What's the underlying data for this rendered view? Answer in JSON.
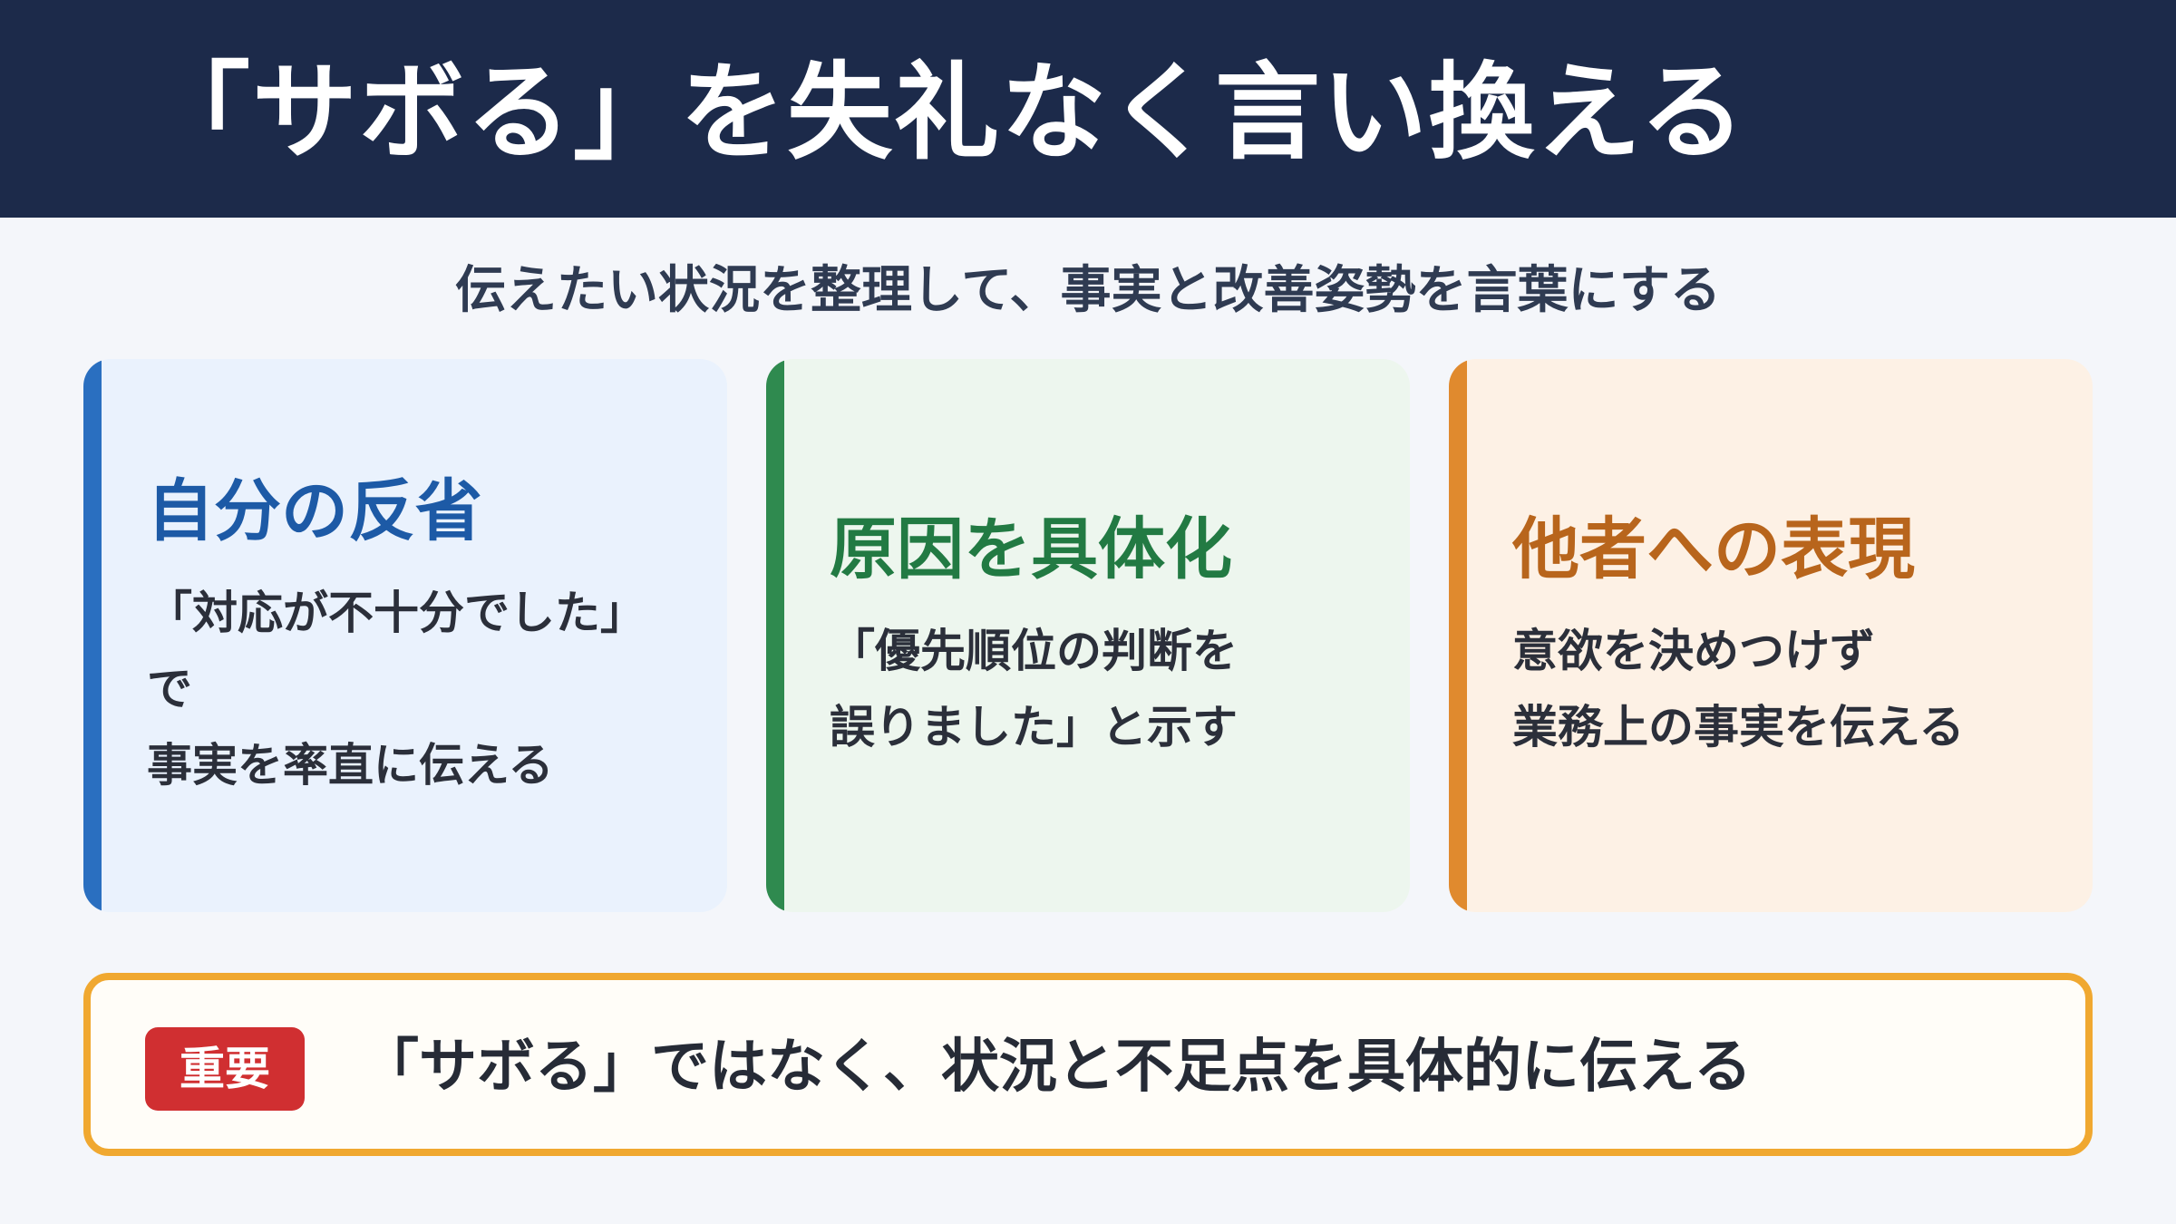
{
  "header": {
    "title": "「サボる」を失礼なく言い換える"
  },
  "subtitle": "伝えたい状況を整理して、事実と改善姿勢を言葉にする",
  "cards": [
    {
      "title": "自分の反省",
      "body": "「対応が不十分でした」\nで\n事実を率直に伝える"
    },
    {
      "title": "原因を具体化",
      "body": "「優先順位の判断を\n誤りました」と示す"
    },
    {
      "title": "他者への表現",
      "body": "意欲を決めつけず\n業務上の事実を伝える"
    }
  ],
  "notice": {
    "badge": "重要",
    "text": "「サボる」ではなく、状況と不足点を具体的に伝える"
  },
  "colors": {
    "header_bg": "#1c2a4a",
    "card1_accent": "#2a6fc0",
    "card2_accent": "#2f8a4f",
    "card3_accent": "#e08a2e",
    "notice_border": "#f0a830",
    "badge_bg": "#d02f31"
  }
}
